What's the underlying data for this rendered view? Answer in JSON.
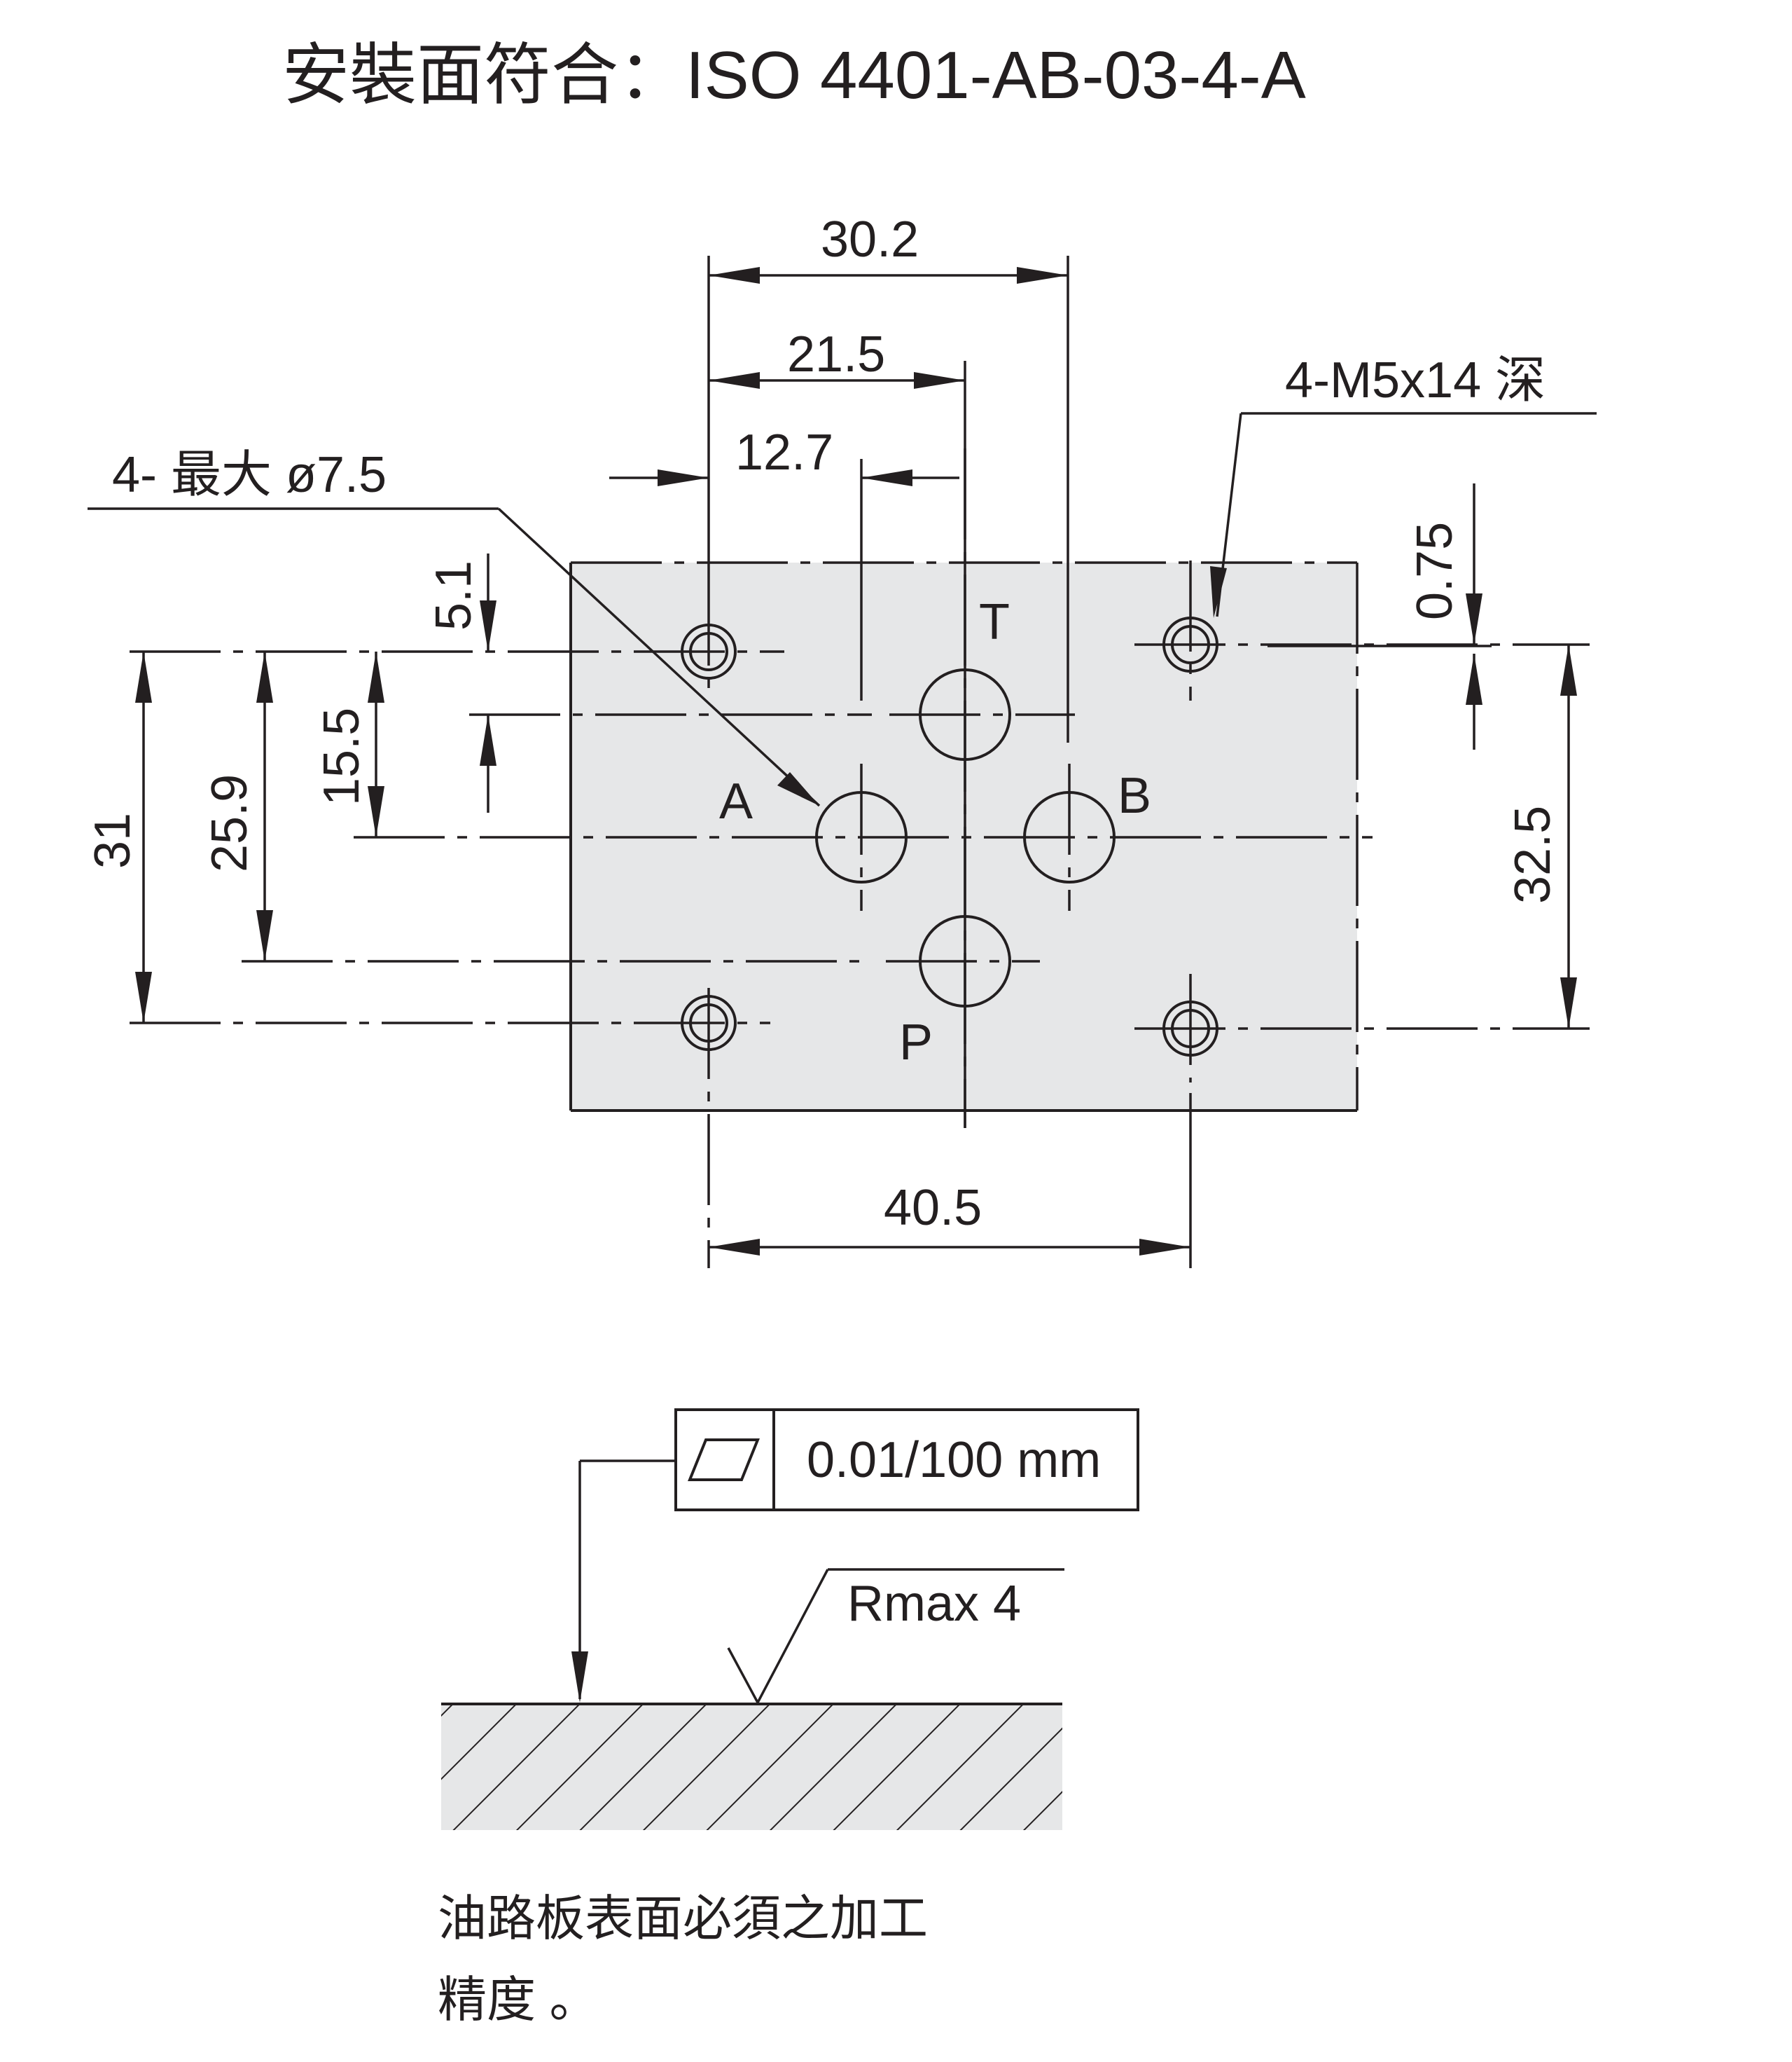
{
  "title": "安裝面符合：ISO 4401-AB-03-4-A",
  "dimensions": {
    "d30_2": "30.2",
    "d21_5": "21.5",
    "d12_7": "12.7",
    "d40_5": "40.5",
    "d5_1": "5.1",
    "d15_5": "15.5",
    "d25_9": "25.9",
    "d31": "31",
    "d0_75": "0.75",
    "d32_5": "32.5"
  },
  "callouts": {
    "port_holes": "4- 最大 ø7.5",
    "thread_holes": "4-M5x14 深"
  },
  "ports": {
    "t": "T",
    "a": "A",
    "b": "B",
    "p": "P"
  },
  "flatness_frame": {
    "symbol": "flatness-icon",
    "value": "0.01/100 mm"
  },
  "roughness": {
    "label": "Rmax 4"
  },
  "note": {
    "line1": "油路板表面必須之加工",
    "line2": "精度 。"
  }
}
